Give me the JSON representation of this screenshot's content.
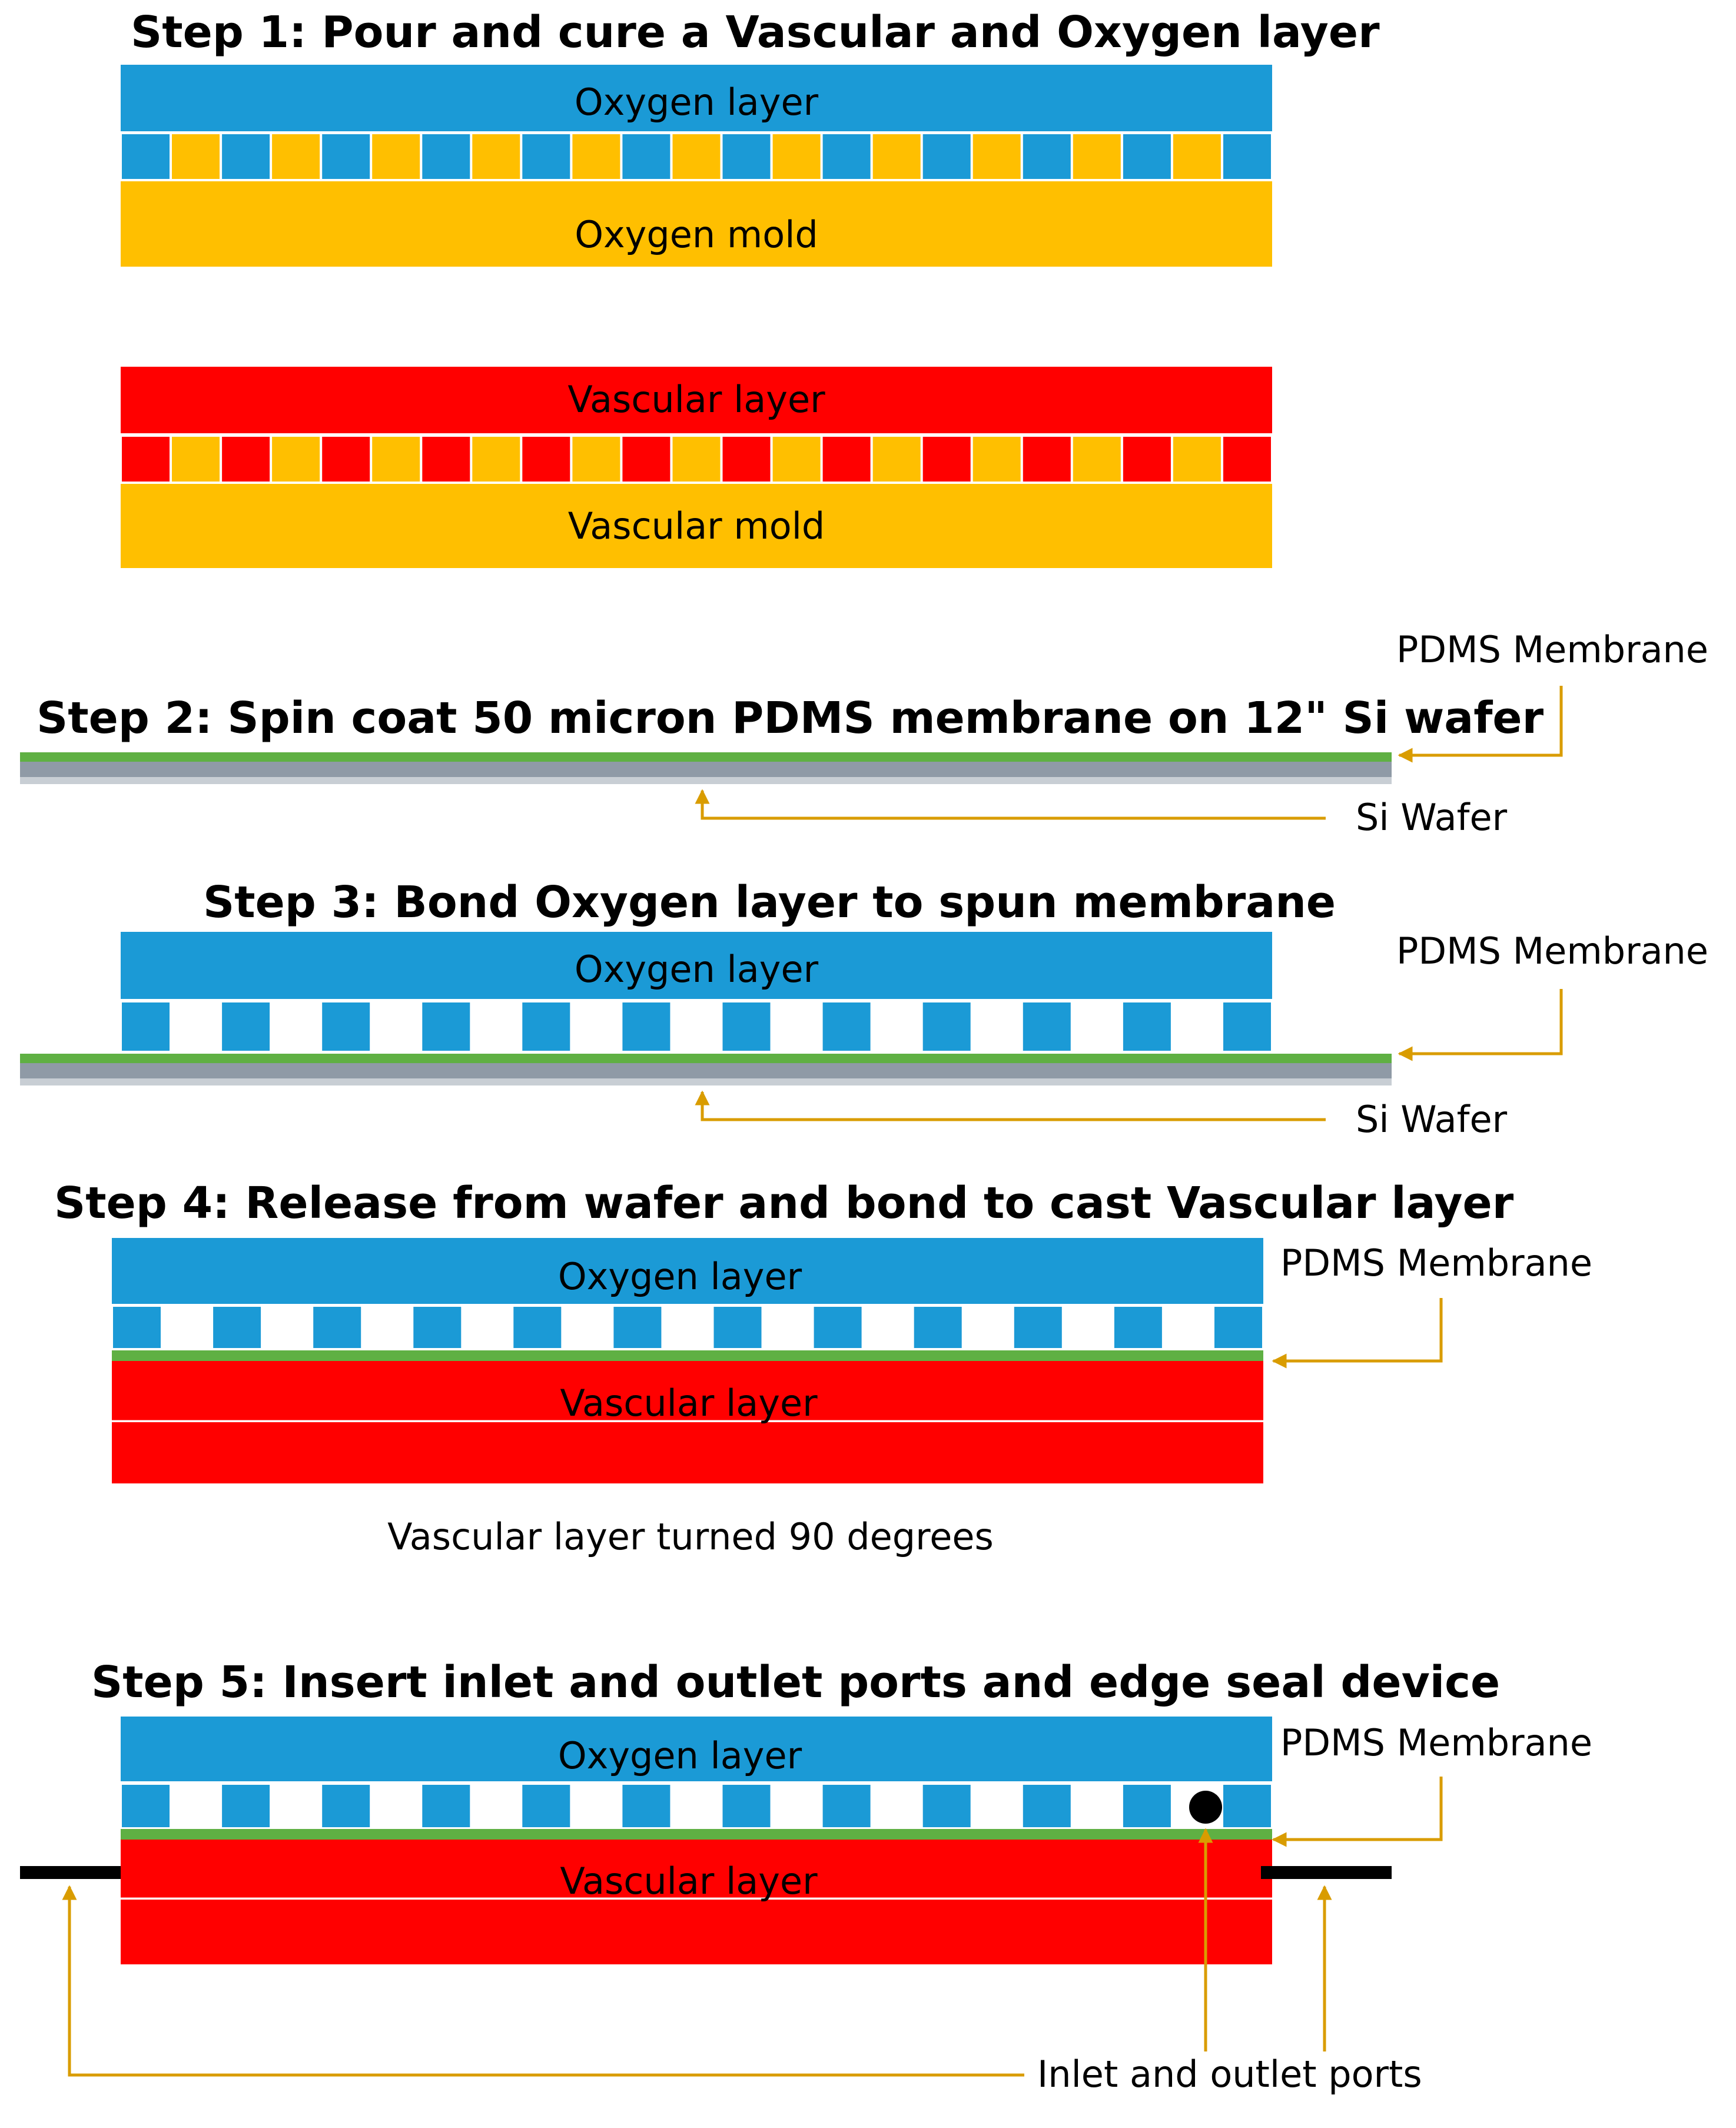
{
  "colors": {
    "oxygen": "#1b9ad6",
    "mold": "#ffbf00",
    "vascular": "#ff0000",
    "membrane": "#5fb043",
    "wafer": "#8f9aa6",
    "arrow": "#d99c00",
    "port": "#000000"
  },
  "step1": {
    "title": "Step 1: Pour and cure a Vascular and Oxygen layer",
    "oxygen_layer": "Oxygen layer",
    "oxygen_mold": "Oxygen mold",
    "vascular_layer": "Vascular layer",
    "vascular_mold": "Vascular mold"
  },
  "step2": {
    "title": "Step 2: Spin coat 50 micron PDMS membrane on 12\" Si wafer",
    "membrane_label": "PDMS Membrane",
    "wafer_label": "Si Wafer"
  },
  "step3": {
    "title": "Step 3: Bond Oxygen layer to spun membrane",
    "oxygen_layer": "Oxygen layer",
    "membrane_label": "PDMS Membrane",
    "wafer_label": "Si Wafer"
  },
  "step4": {
    "title": "Step 4: Release from wafer and bond to cast Vascular layer",
    "oxygen_layer": "Oxygen layer",
    "vascular_layer": "Vascular layer",
    "membrane_label": "PDMS Membrane",
    "note": "Vascular layer turned 90 degrees"
  },
  "step5": {
    "title": "Step 5: Insert inlet and outlet ports and edge seal device",
    "oxygen_layer": "Oxygen layer",
    "vascular_layer": "Vascular layer",
    "membrane_label": "PDMS Membrane",
    "ports_label": "Inlet and outlet ports"
  }
}
